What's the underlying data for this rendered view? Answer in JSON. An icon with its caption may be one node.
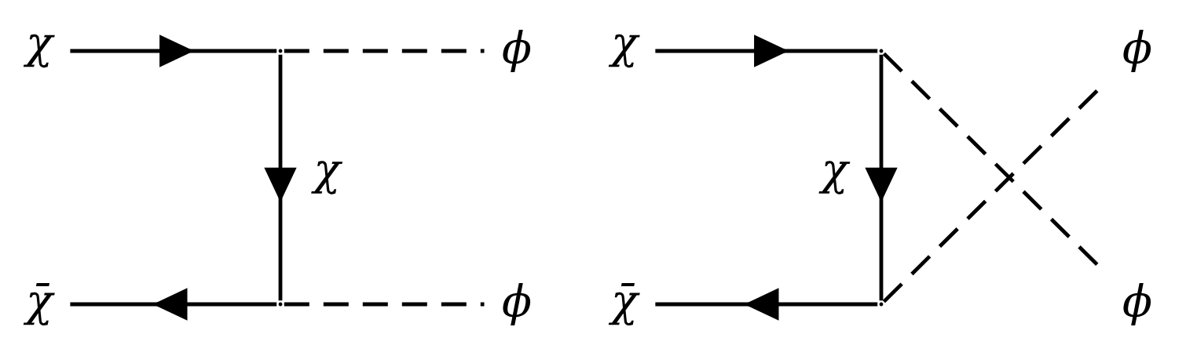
{
  "diagram": {
    "nodes": [
      {
        "text": [
          "χ"
        ]
      },
      {
        "text": [],
        "shape": "vertex"
      },
      {
        "text": [
          "ϕ"
        ]
      },
      {
        "text": [
          "χ̄"
        ]
      },
      {
        "text": [],
        "shape": "vertex"
      },
      {
        "text": [
          "ϕ"
        ]
      },
      {
        "text": [
          "χ"
        ]
      },
      {
        "text": [],
        "shape": "vertex"
      },
      {
        "text": [
          "ϕ"
        ]
      },
      {
        "text": [
          "χ̄"
        ]
      },
      {
        "text": [],
        "shape": "vertex"
      },
      {
        "text": [
          "ϕ"
        ]
      }
    ],
    "edges": [
      {
        "from": 0,
        "to": 1,
        "arrow": "to"
      },
      {
        "from": 1,
        "to": 2,
        "arrow": "none",
        "style": "dashed"
      },
      {
        "from": 1,
        "to": 4,
        "arrow": "to",
        "label": "χ"
      },
      {
        "from": 4,
        "to": 3,
        "arrow": "to"
      },
      {
        "from": 4,
        "to": 5,
        "arrow": "none",
        "style": "dashed"
      },
      {
        "from": 6,
        "to": 7,
        "arrow": "to"
      },
      {
        "from": 7,
        "to": 11,
        "arrow": "none",
        "style": "dashed"
      },
      {
        "from": 7,
        "to": 10,
        "arrow": "to",
        "label": "χ"
      },
      {
        "from": 10,
        "to": 9,
        "arrow": "to"
      },
      {
        "from": 10,
        "to": 8,
        "arrow": "none",
        "style": "dashed"
      }
    ]
  }
}
